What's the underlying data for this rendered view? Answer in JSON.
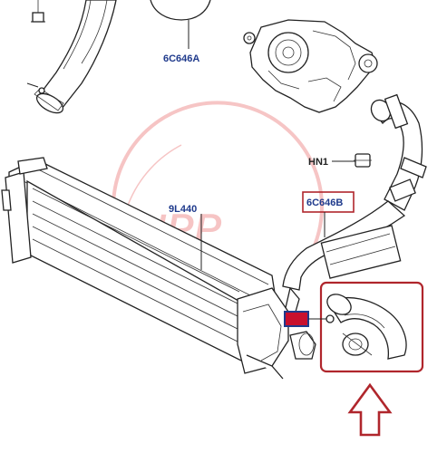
{
  "diagram": {
    "labels": {
      "upper_hose": "6C646A",
      "intercooler": "9L440",
      "clip": "HN1",
      "lower_hose": "6C646B"
    },
    "watermark": "HPP",
    "colors": {
      "label_blue": "#1f3a8c",
      "highlight_red": "#b0262c",
      "badge_fill": "#c8102e",
      "watermark": "#e03030"
    }
  }
}
